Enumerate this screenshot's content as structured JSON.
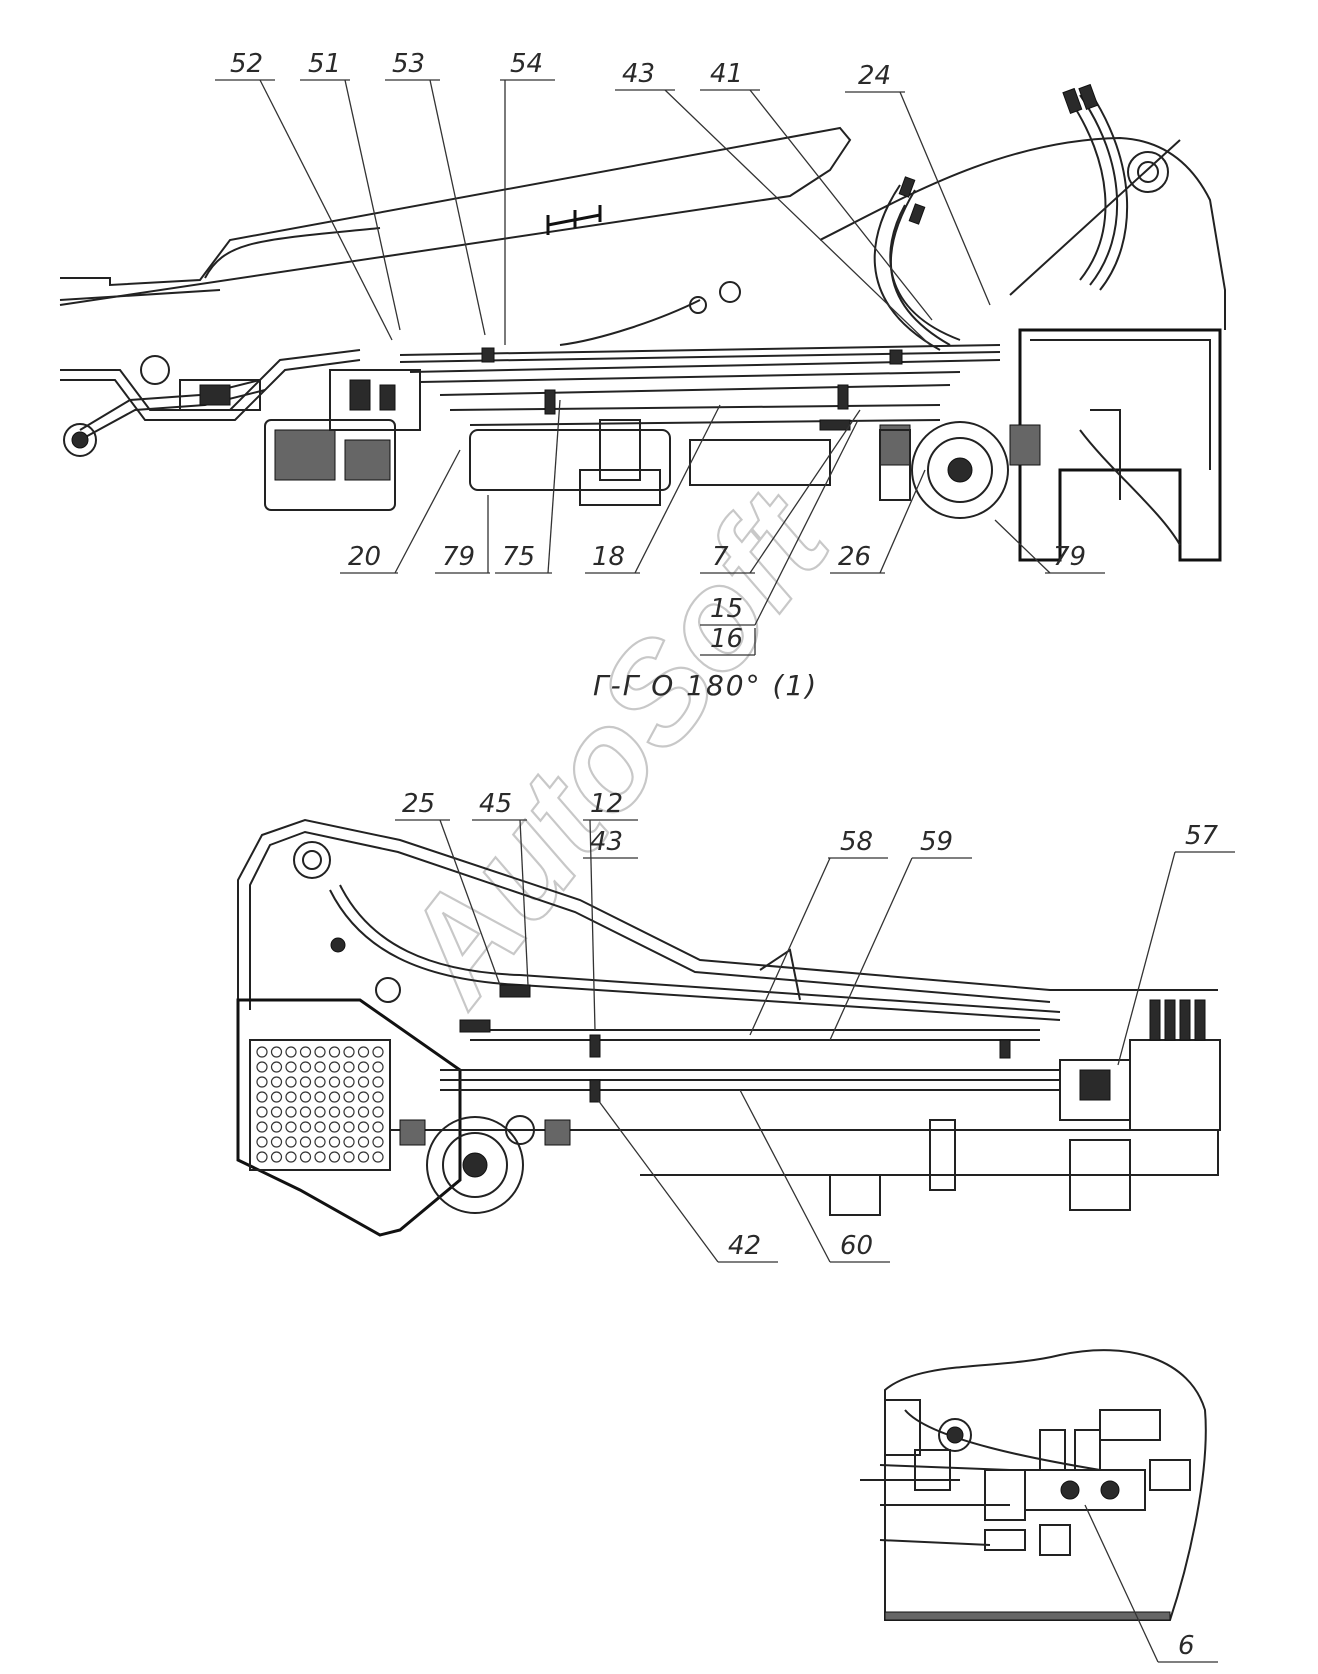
{
  "section_title": "Г-Г О 180° (1)",
  "watermark": "AutoSoft",
  "top_view": {
    "callouts": [
      "52",
      "51",
      "53",
      "54",
      "43",
      "41",
      "24",
      "20",
      "79",
      "75",
      "18",
      "7",
      "26",
      "79",
      "15",
      "16"
    ]
  },
  "middle_view": {
    "callouts": [
      "25",
      "45",
      "12",
      "43",
      "58",
      "59",
      "57",
      "42",
      "60"
    ]
  },
  "detail_view": {
    "callouts": [
      "6"
    ]
  }
}
